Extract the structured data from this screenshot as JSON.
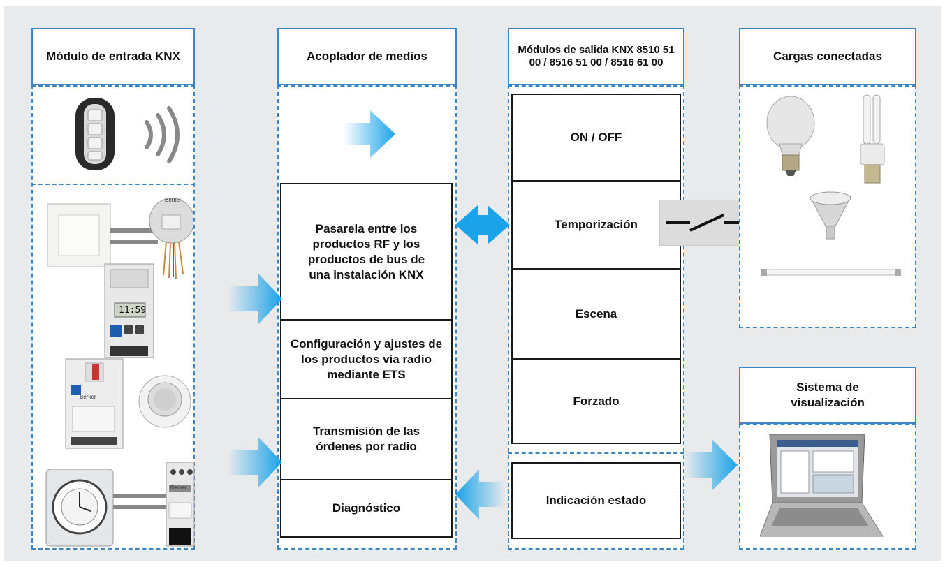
{
  "columns": {
    "input": {
      "title": "Módulo de entrada KNX"
    },
    "coupler": {
      "title": "Acoplador de medios",
      "functions": [
        "Pasarela entre los productos RF y los productos de bus de una instalación KNX",
        "Configuración y ajustes de los productos vía radio mediante ETS",
        "Transmisión de las órdenes por radio",
        "Diagnóstico"
      ]
    },
    "output": {
      "title": "Módulos de salida KNX 8510 51 00 / 8516 51 00 / 8516 61 00",
      "functions": [
        "ON / OFF",
        "Temporización",
        "Escena",
        "Forzado"
      ],
      "status": "Indicación estado"
    },
    "loads": {
      "title": "Cargas conectadas"
    },
    "visualization": {
      "title": "Sistema de visualización"
    }
  },
  "device_labels": {
    "actuator": "Berker",
    "timer_display": "11:59",
    "din_module": "Berker",
    "binary_input": "Berker"
  },
  "colors": {
    "accent": "#1aa3e8",
    "border": "#3d86c6",
    "background": "#e9eaec"
  }
}
